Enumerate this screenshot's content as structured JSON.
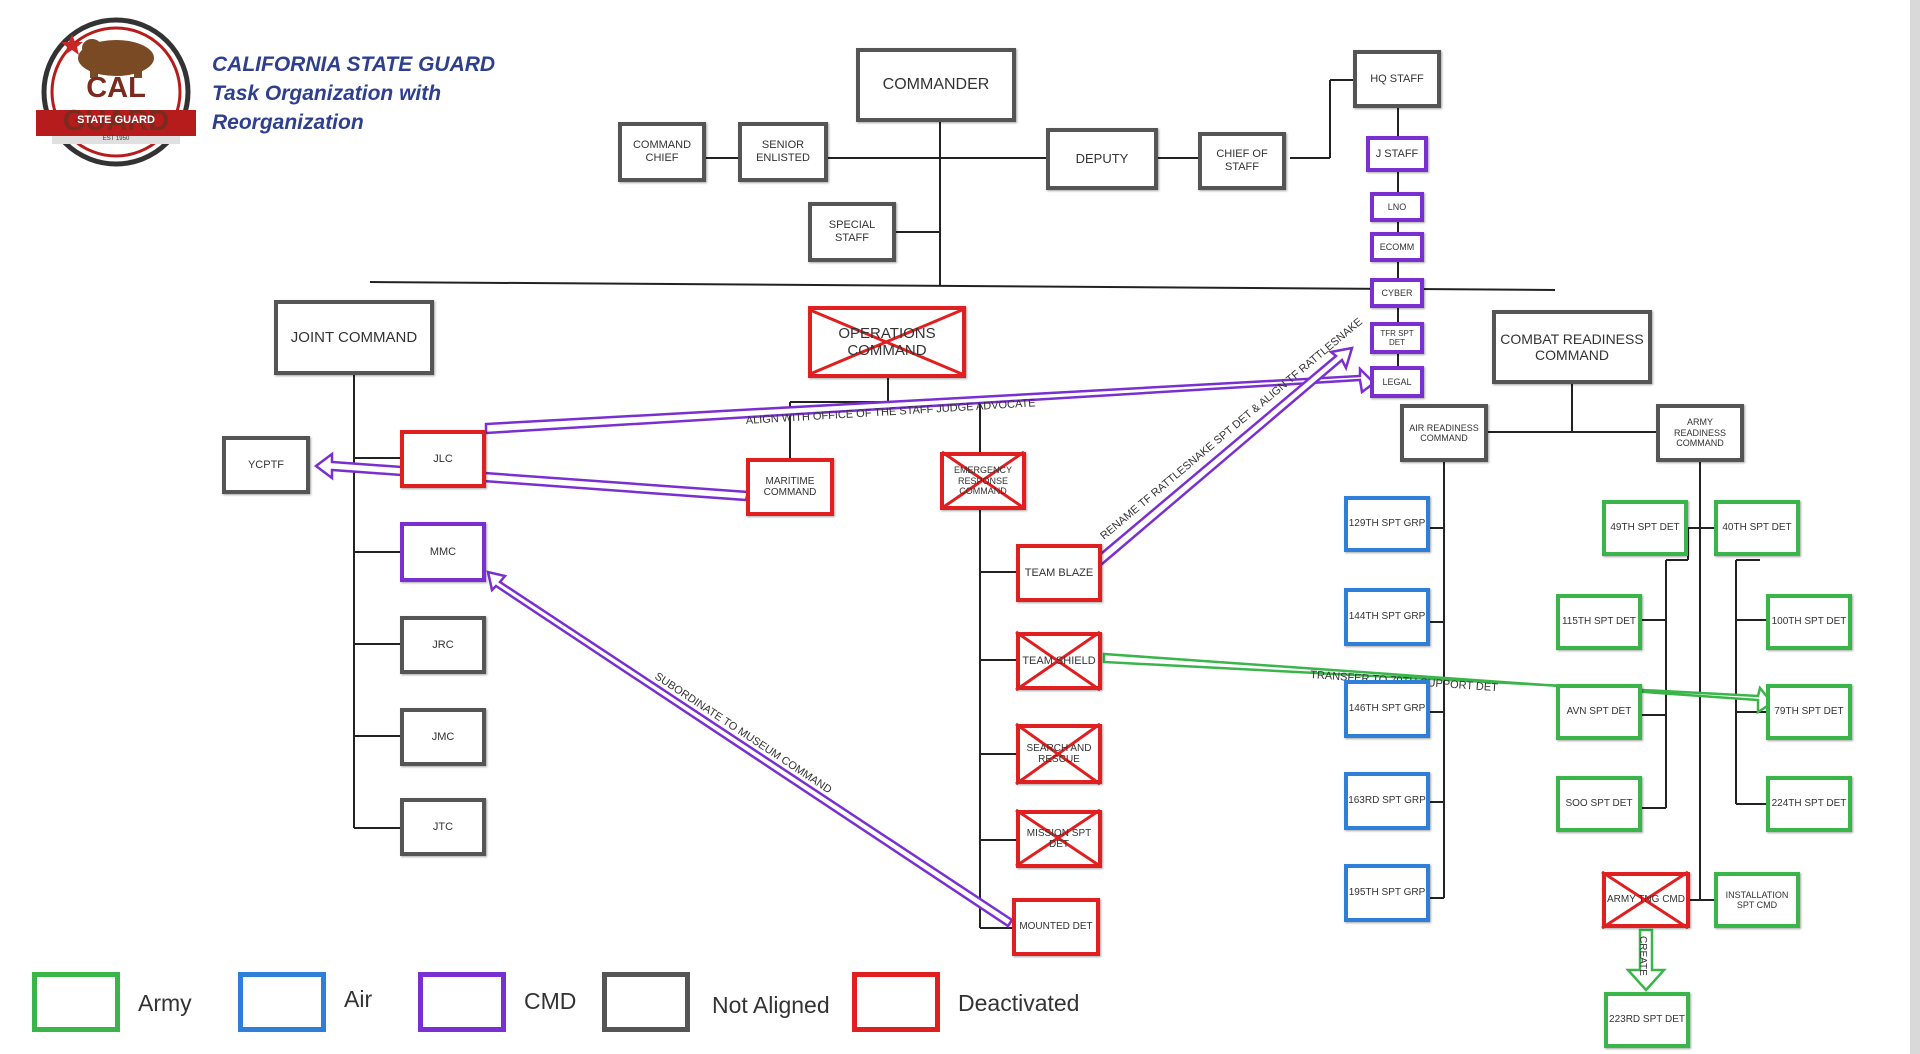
{
  "header": {
    "logo_text": "CAL GUARD",
    "logo_banner": "STATE GUARD",
    "logo_est": "EST 1950",
    "title_line1": "CALIFORNIA STATE GUARD",
    "title_line2": "Task Organization with",
    "title_line3": "Reorganization"
  },
  "colors": {
    "gray": "#555555",
    "red": "#e02020",
    "purple": "#7a2fd0",
    "blue": "#2f7ed8",
    "green": "#39b54a",
    "title_blue": "#2e3f8f"
  },
  "boxes": {
    "commander": "COMMANDER",
    "command_chief": "COMMAND CHIEF",
    "senior_enlisted": "SENIOR ENLISTED",
    "deputy": "DEPUTY",
    "chief_of_staff": "CHIEF OF STAFF",
    "hq_staff": "HQ STAFF",
    "special_staff": "SPECIAL STAFF",
    "j_staff": "J STAFF",
    "lno": "LNO",
    "ecomm": "ECOMM",
    "cyber": "CYBER",
    "tfr_spt_det": "TFR SPT DET",
    "legal": "LEGAL",
    "joint_command": "JOINT COMMAND",
    "operations_command": "OPERATIONS COMMAND",
    "combat_readiness_command": "COMBAT READINESS COMMAND",
    "ycptf": "YCPTF",
    "jlc": "JLC",
    "mmc": "MMC",
    "jrc": "JRC",
    "jmc": "JMC",
    "jtc": "JTC",
    "maritime_command": "MARITIME COMMAND",
    "emergency_response_command": "EMERGENCY RESPONSE COMMAND",
    "team_blaze": "TEAM BLAZE",
    "team_shield": "TEAM SHIELD",
    "search_and_rescue": "SEARCH AND RESCUE",
    "mission_spt_det": "MISSION SPT DET",
    "mounted_det": "MOUNTED DET",
    "air_readiness_command": "AIR READINESS COMMAND",
    "army_readiness_command": "ARMY READINESS COMMAND",
    "grp_129": "129TH SPT GRP",
    "grp_144": "144TH SPT GRP",
    "grp_146": "146TH SPT GRP",
    "grp_163": "163RD SPT GRP",
    "grp_195": "195TH SPT GRP",
    "det_49": "49TH SPT DET",
    "det_40": "40TH SPT DET",
    "det_115": "115TH SPT DET",
    "det_100": "100TH SPT DET",
    "det_avn": "AVN SPT DET",
    "det_79": "79TH SPT DET",
    "det_soo": "SOO SPT DET",
    "det_224": "224TH SPT DET",
    "army_tng_cmd": "ARMY TNG CMD",
    "installation_spt_cmd": "INSTALLATION SPT CMD",
    "det_223": "223RD SPT DET"
  },
  "arrows": {
    "align_sja": "ALIGN WITH OFFICE OF THE STAFF JUDGE ADVOCATE",
    "rename_tf": "RENAME TF RATTLESNAKE SPT DET & ALIGN TF RATTLESNAKE",
    "subordinate_museum": "SUBORDINATE TO MUSEUM COMMAND",
    "transfer_79": "TRANSFER TO 79TH SUPPORT DET",
    "create": "CREATE"
  },
  "legend": {
    "army": "Army",
    "air": "Air",
    "cmd": "CMD",
    "not_aligned": "Not Aligned",
    "deactivated": "Deactivated"
  }
}
